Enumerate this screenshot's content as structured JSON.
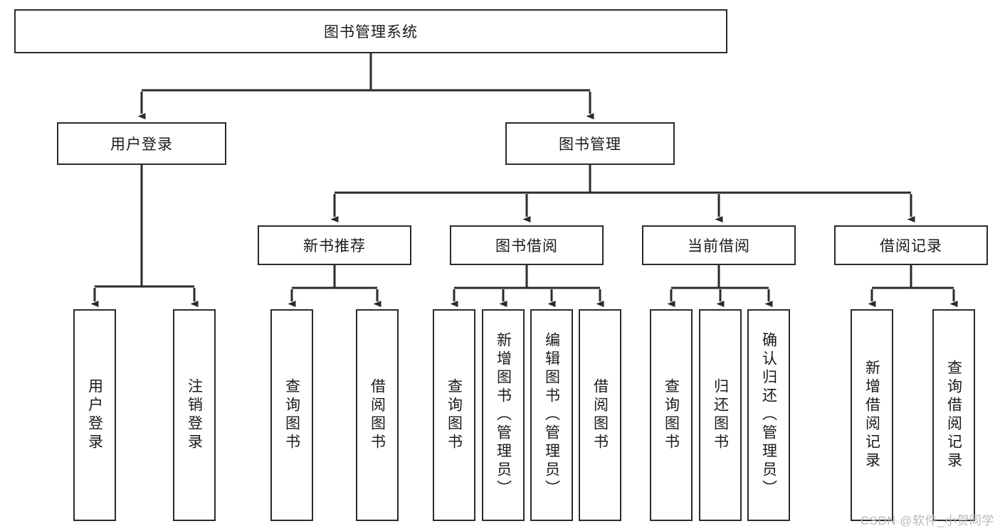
{
  "diagram": {
    "title": "图书管理系统",
    "watermark": "CSDN @软件_小贺同学",
    "type": "hierarchy-tree",
    "colors": {
      "stroke": "#2b2b2b",
      "fill": "#ffffff",
      "text": "#1a1a1a",
      "watermark": "#b9b9b9"
    },
    "levels": {
      "root": {
        "label": "图书管理系统"
      },
      "level2": [
        {
          "label": "用户登录"
        },
        {
          "label": "图书管理"
        }
      ],
      "level3": [
        {
          "label": "新书推荐"
        },
        {
          "label": "图书借阅"
        },
        {
          "label": "当前借阅"
        },
        {
          "label": "借阅记录"
        }
      ],
      "leaves": {
        "user_login": [
          {
            "label": "用户登录"
          },
          {
            "label": "注销登录"
          }
        ],
        "new_book_recommend": [
          {
            "label": "查询图书"
          },
          {
            "label": "借阅图书"
          }
        ],
        "book_borrow": [
          {
            "label": "查询图书"
          },
          {
            "label": "新增图书（管理员）"
          },
          {
            "label": "编辑图书（管理员）"
          },
          {
            "label": "借阅图书"
          }
        ],
        "current_borrow": [
          {
            "label": "查询图书"
          },
          {
            "label": "归还图书"
          },
          {
            "label": "确认归还（管理员）"
          }
        ],
        "borrow_records": [
          {
            "label": "新增借阅记录"
          },
          {
            "label": "查询借阅记录"
          }
        ]
      }
    }
  }
}
